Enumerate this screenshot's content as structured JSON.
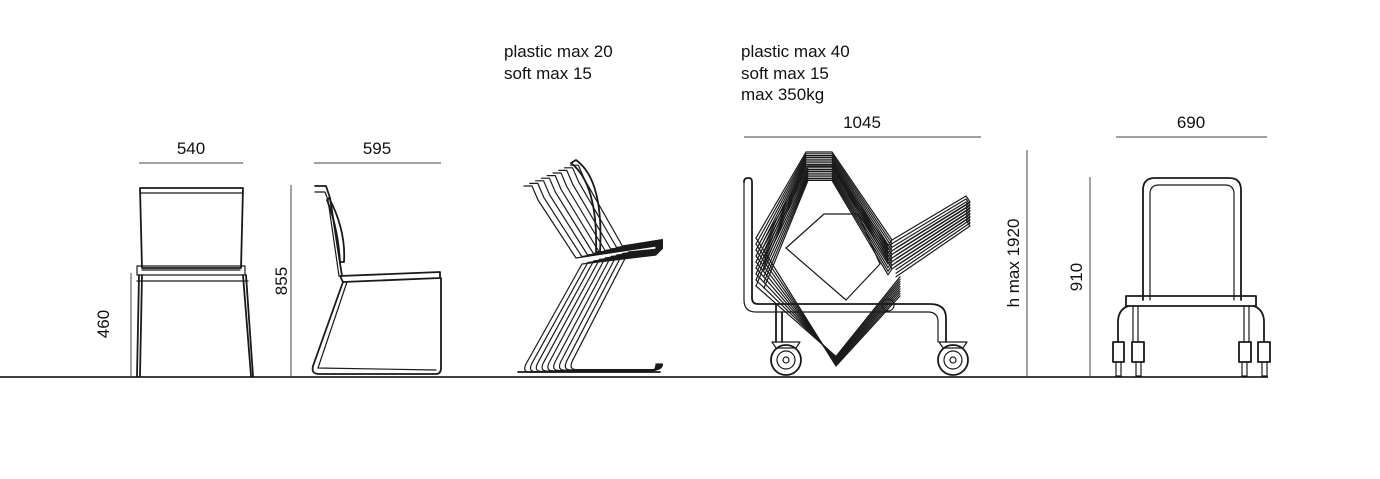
{
  "dimensions": {
    "front_width": "540",
    "side_depth": "595",
    "seat_height": "460",
    "total_height": "855",
    "trolley_length": "1045",
    "trolley_width": "690",
    "stack_height": "h max 1920",
    "trolley_height": "910"
  },
  "notes": {
    "floor_stack": [
      "plastic max 20",
      "soft max 15"
    ],
    "trolley_stack": [
      "plastic max 40",
      "soft max 15",
      "max 350kg"
    ]
  }
}
